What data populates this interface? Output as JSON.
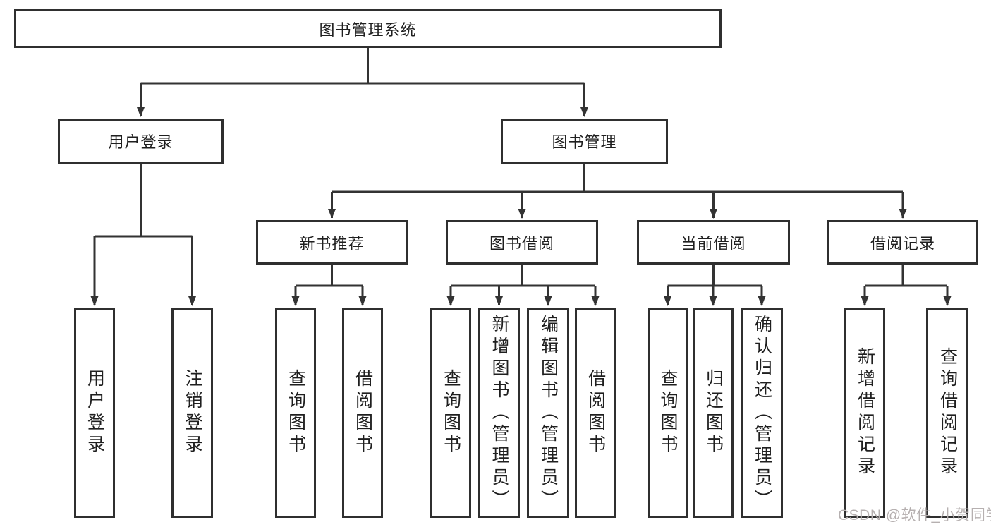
{
  "diagram": {
    "root": "图书管理系统",
    "level2": [
      {
        "label": "用户登录"
      },
      {
        "label": "图书管理"
      }
    ],
    "level3": [
      {
        "label": "新书推荐"
      },
      {
        "label": "图书借阅"
      },
      {
        "label": "当前借阅"
      },
      {
        "label": "借阅记录"
      }
    ],
    "leaves": {
      "user_login": [
        "用户登录",
        "注销登录"
      ],
      "new_book_rec": [
        "查询图书",
        "借阅图书"
      ],
      "book_borrow": [
        "查询图书",
        "新增图书（管理员）",
        "编辑图书（管理员）",
        "借阅图书"
      ],
      "current_borrow": [
        "查询图书",
        "归还图书",
        "确认归还（管理员）"
      ],
      "borrow_records": [
        "新增借阅记录",
        "查询借阅记录"
      ]
    },
    "colors": {
      "line": "#333333",
      "box_border": "#2f2f2f",
      "text": "#1f1f1f",
      "background": "#ffffff",
      "watermark": "#b6b0b0"
    }
  },
  "watermark": {
    "text": "CSDN @软件_小贺同学"
  }
}
